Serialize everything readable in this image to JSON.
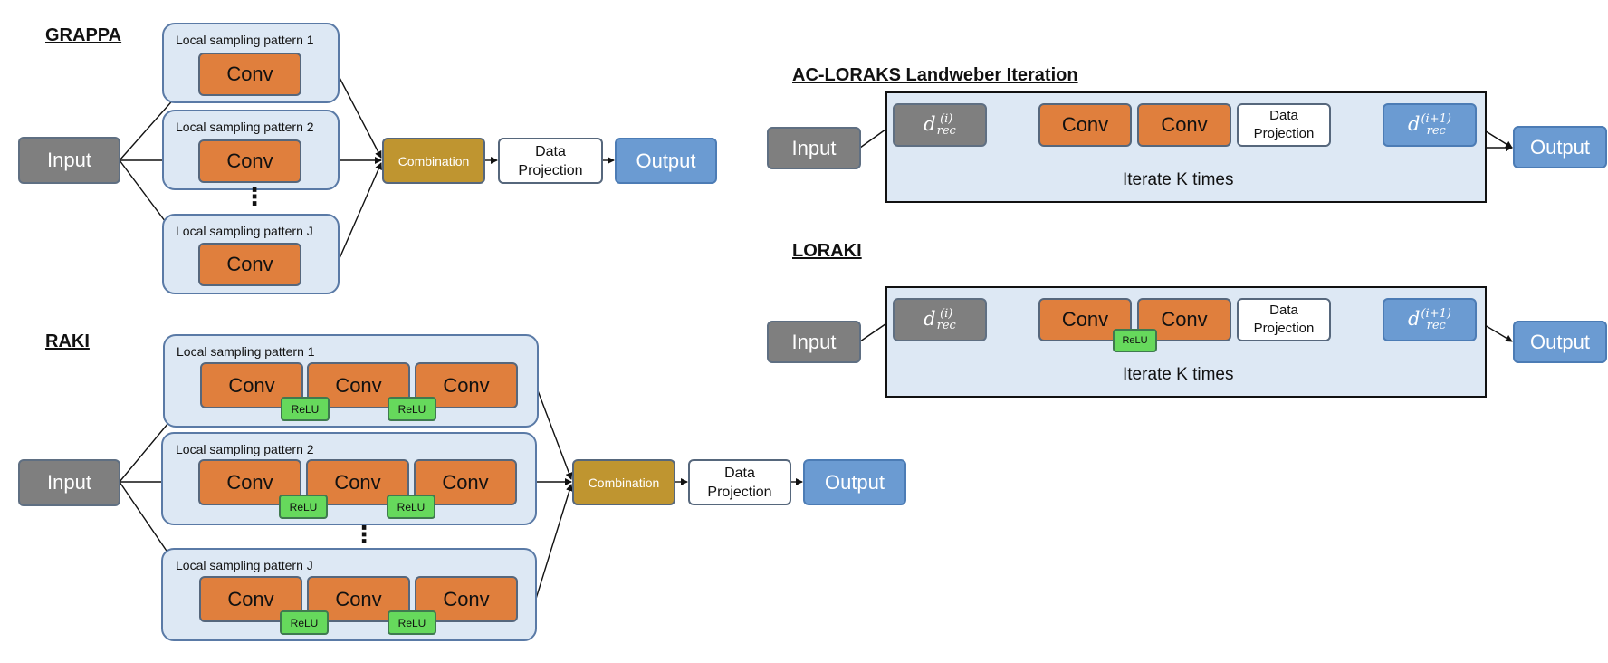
{
  "grappa": {
    "title": "GRAPPA",
    "input": "Input",
    "patterns": [
      "Local sampling pattern 1",
      "Local sampling pattern 2",
      "Local sampling pattern J"
    ],
    "conv": "Conv",
    "combination": "Combination",
    "data_projection": "Data Projection",
    "output": "Output",
    "dots": "⋮"
  },
  "raki": {
    "title": "RAKI",
    "input": "Input",
    "patterns": [
      "Local sampling pattern 1",
      "Local sampling pattern 2",
      "Local sampling pattern J"
    ],
    "conv": "Conv",
    "relu": "ReLU",
    "combination": "Combination",
    "data_projection": "Data Projection",
    "output": "Output",
    "dots": "⋮"
  },
  "acloraks": {
    "title": "AC-LORAKS Landweber Iteration",
    "input": "Input",
    "d_rec_i": {
      "base": "d",
      "sub": "rec",
      "sup": "(i)"
    },
    "conv": "Conv",
    "data_projection": "Data Projection",
    "d_rec_i1": {
      "base": "d",
      "sub": "rec",
      "sup": "(i+1)"
    },
    "iterate": "Iterate K times",
    "output": "Output"
  },
  "loraki": {
    "title": "LORAKI",
    "input": "Input",
    "d_rec_i": {
      "base": "d",
      "sub": "rec",
      "sup": "(i)"
    },
    "conv": "Conv",
    "relu": "ReLU",
    "data_projection": "Data Projection",
    "d_rec_i1": {
      "base": "d",
      "sub": "rec",
      "sup": "(i+1)"
    },
    "iterate": "Iterate K times",
    "output": "Output"
  }
}
